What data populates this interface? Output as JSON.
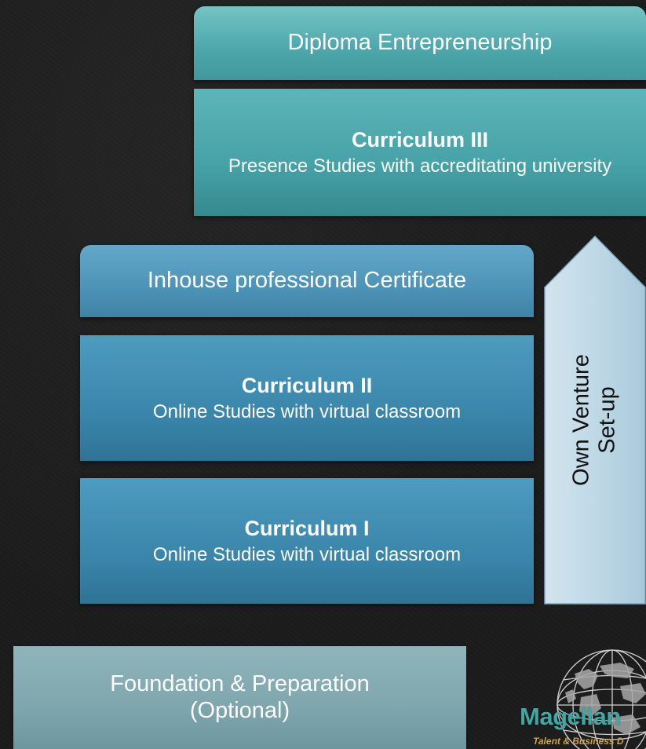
{
  "diploma": {
    "label": "Diploma Entrepreneurship"
  },
  "curriculum3": {
    "title": "Curriculum III",
    "subtitle": "Presence Studies with accreditating university"
  },
  "certificate": {
    "label": "Inhouse professional Certificate"
  },
  "curriculum2": {
    "title": "Curriculum II",
    "subtitle": "Online Studies with virtual classroom"
  },
  "curriculum1": {
    "title": "Curriculum I",
    "subtitle": "Online Studies with virtual classroom"
  },
  "foundation": {
    "line1": "Foundation & Preparation",
    "line2": "(Optional)"
  },
  "arrow": {
    "line1": "Own Venture",
    "line2": "Set-up"
  },
  "logo": {
    "name": "Magellan",
    "tagline": "Talent & Business D"
  },
  "colors": {
    "background": "#1c1c1c",
    "teal": "#46a2a7",
    "blue": "#3b87ac",
    "arrow_fill": "#c3dbe7",
    "logo_teal": "#3fa7a4",
    "logo_gold": "#c9a64a"
  }
}
